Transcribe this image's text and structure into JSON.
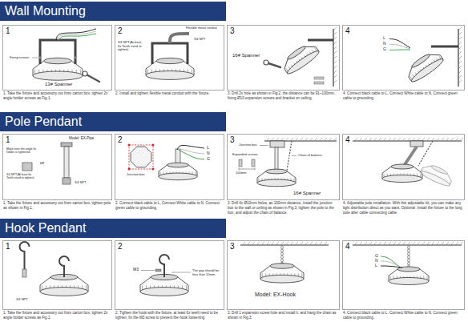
{
  "diagram": {
    "nodes": [
      {
        "text": [
          "Wall Mounting"
        ]
      },
      {
        "text": [
          "1",
          "1. Take the fixture and accessory out from carton box, tighten 2x angle holder screws as Fig.1."
        ]
      },
      {
        "text": [
          "2",
          "2. Install and tighten flexible metal conduit with the fixture."
        ]
      },
      {
        "text": [
          "3",
          "3. Drill 2x hole as shown in Fig.2, the distance can be 91~100mm, fixing Ø10 expansion screws and bracket on ceiling."
        ]
      },
      {
        "text": [
          "4",
          "4. Connect black cable to L, Connect White cable to N, Connect green cable to grounding."
        ]
      },
      {
        "text": [
          "Pole Pendant"
        ]
      },
      {
        "text": [
          "1",
          "1. Take the fixture and accessory out from carton box, tighten pole as shown in Fig.1."
        ]
      },
      {
        "text": [
          "2",
          "2. Connect black cable to L, Connect White cable to N, Connect green cable to grounding."
        ]
      },
      {
        "text": [
          "3",
          "3. Drill 4x Ø10mm holes, as 100mm distance, install the junction box to the wall or ceiling as shown in Fig.3, tighten the pole to the box, and adjust the chain of balance."
        ]
      },
      {
        "text": [
          "4",
          "4. Adjustable pole installation. With this adjustable kit, you can make any light distribution direct as you want. Optional: Install the fixture to the long pole after cable connecting cable."
        ]
      },
      {
        "text": [
          "Hook Pendant"
        ]
      },
      {
        "text": [
          "1",
          "1. Take the fixture and accessory out from carton box, tighten 2x angle holder screws as Fig.1."
        ]
      },
      {
        "text": [
          "2",
          "2. Tighten the hook with the fixture, at least 6x teeth need to be tighten, fix the M3 screw to prevent the hook loosening."
        ]
      },
      {
        "text": [
          "3",
          "3. Drill 1 expansion screw hole and install it, and hang the chain as shown in Fig.3."
        ]
      },
      {
        "text": [
          "4",
          "4. Connect black cable to L, Connect White cable to N, Connect green cable to grounding."
        ]
      }
    ],
    "labels": [
      "Fixing screws",
      "13# Spanner",
      "Flexible metal conduit",
      "3/4 NPT",
      "3/4 NPT(At least 6x Teeth need to tighten)",
      "16# Spanner",
      "N",
      "L",
      "G",
      "Model: EX-Pipe",
      "Make sure the angle fix holder is tightened",
      "3/4 NPT(At least 6x Teeth need to tighten)",
      "or",
      "3/4 NPT",
      "Junction box",
      "L",
      "N",
      "G",
      "Junction box",
      "Expanded screws",
      "100mm",
      "Chain of balance",
      "16# Spanner",
      "3/4 NPT",
      "M3",
      "The gap should be less than 15mm",
      "Model: EX-Hook",
      "G",
      "N",
      "L"
    ]
  }
}
